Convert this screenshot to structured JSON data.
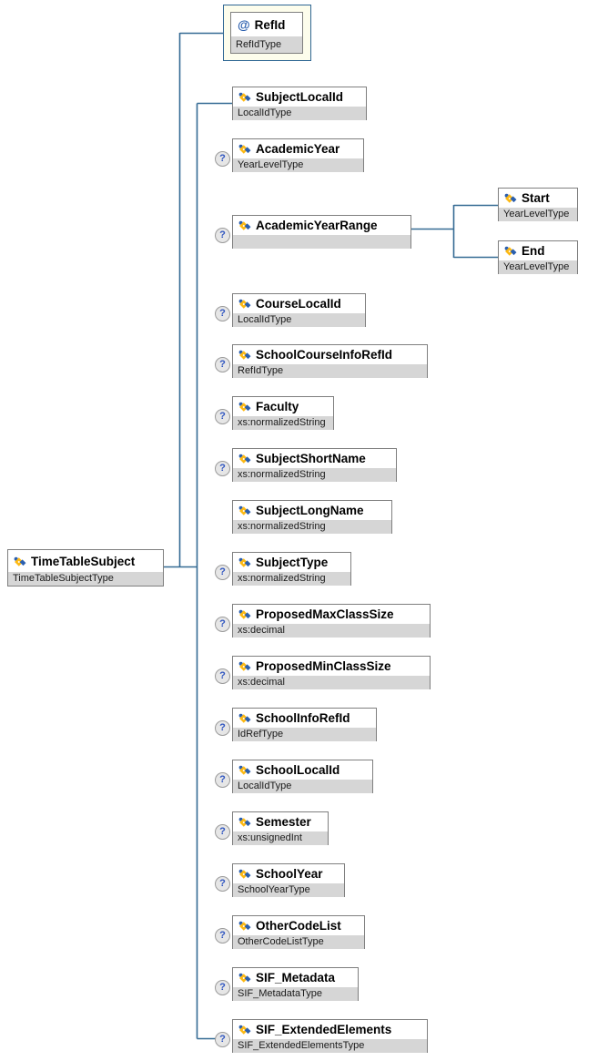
{
  "diagram": {
    "root": {
      "name": "TimeTableSubject",
      "type": "TimeTableSubjectType"
    },
    "attribute": {
      "marker": "@",
      "name": "RefId",
      "type": "RefIdType"
    },
    "optional_marker_glyph": "?",
    "children": [
      {
        "name": "SubjectLocalId",
        "type": "LocalIdType",
        "optional": false
      },
      {
        "name": "AcademicYear",
        "type": "YearLevelType",
        "optional": true
      },
      {
        "name": "AcademicYearRange",
        "type": "",
        "optional": true
      },
      {
        "name": "CourseLocalId",
        "type": "LocalIdType",
        "optional": true
      },
      {
        "name": "SchoolCourseInfoRefId",
        "type": "RefIdType",
        "optional": true
      },
      {
        "name": "Faculty",
        "type": "xs:normalizedString",
        "optional": true
      },
      {
        "name": "SubjectShortName",
        "type": "xs:normalizedString",
        "optional": true
      },
      {
        "name": "SubjectLongName",
        "type": "xs:normalizedString",
        "optional": false
      },
      {
        "name": "SubjectType",
        "type": "xs:normalizedString",
        "optional": true
      },
      {
        "name": "ProposedMaxClassSize",
        "type": "xs:decimal",
        "optional": true
      },
      {
        "name": "ProposedMinClassSize",
        "type": "xs:decimal",
        "optional": true
      },
      {
        "name": "SchoolInfoRefId",
        "type": "IdRefType",
        "optional": true
      },
      {
        "name": "SchoolLocalId",
        "type": "LocalIdType",
        "optional": true
      },
      {
        "name": "Semester",
        "type": "xs:unsignedInt",
        "optional": true
      },
      {
        "name": "SchoolYear",
        "type": "SchoolYearType",
        "optional": true
      },
      {
        "name": "OtherCodeList",
        "type": "OtherCodeListType",
        "optional": true
      },
      {
        "name": "SIF_Metadata",
        "type": "SIF_MetadataType",
        "optional": true
      },
      {
        "name": "SIF_ExtendedElements",
        "type": "SIF_ExtendedElementsType",
        "optional": true
      }
    ],
    "range_children": [
      {
        "name": "Start",
        "type": "YearLevelType"
      },
      {
        "name": "End",
        "type": "YearLevelType"
      }
    ],
    "colors": {
      "connector": "#356b94",
      "box_border": "#7f7f7f",
      "type_strip": "#d6d6d6",
      "attribute_fill": "#fdfdec",
      "attribute_border": "#2e6694",
      "optional_marker": "#2f55c0",
      "icon_blue": "#2b5fae",
      "icon_yellow": "#fdb913"
    }
  }
}
